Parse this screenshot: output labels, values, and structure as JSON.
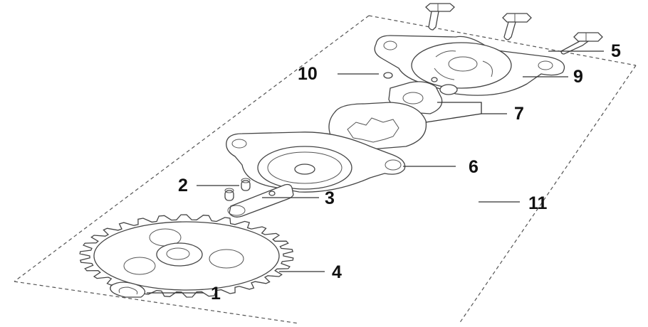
{
  "diagram": {
    "callouts": {
      "c1": "1",
      "c2": "2",
      "c3": "3",
      "c4": "4",
      "c5": "5",
      "c6": "6",
      "c7": "7",
      "c9": "9",
      "c10": "10",
      "c11": "11"
    }
  }
}
